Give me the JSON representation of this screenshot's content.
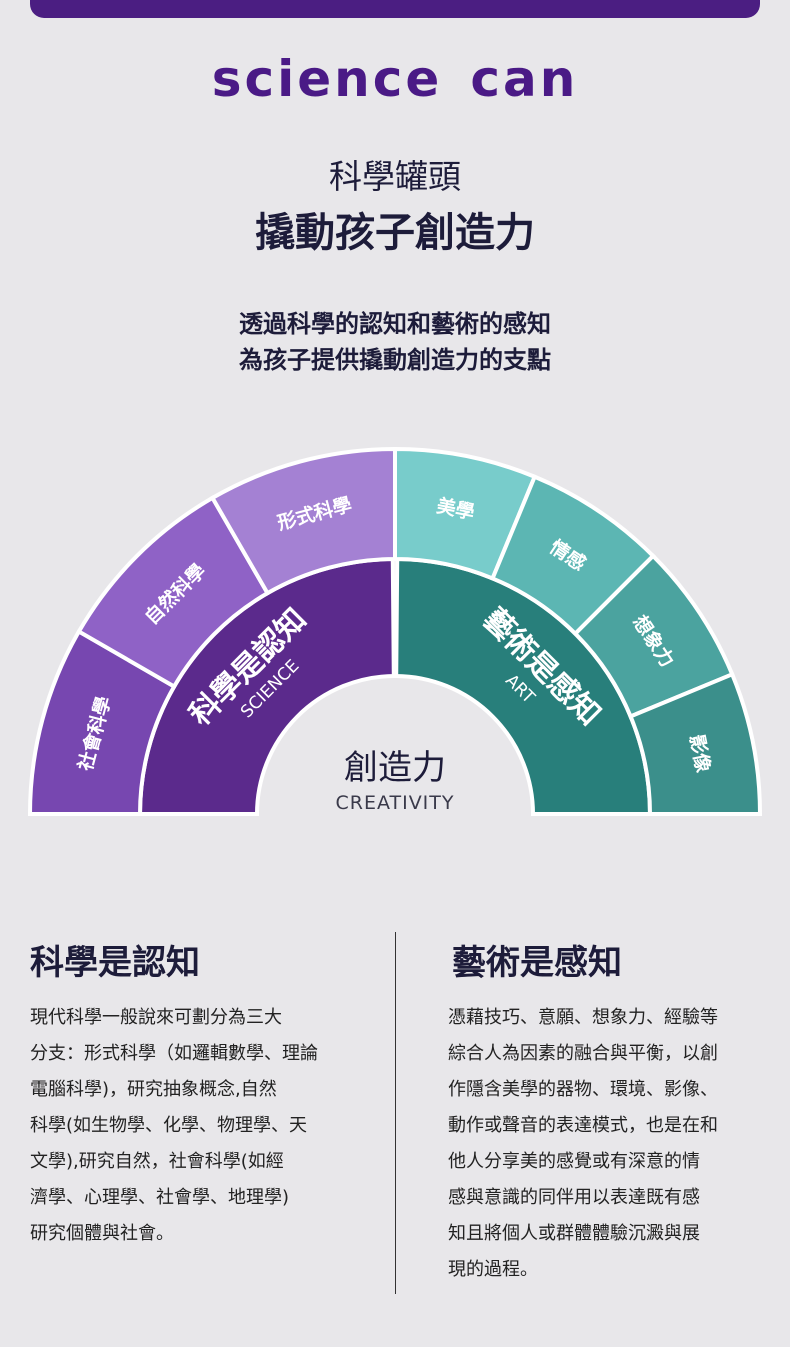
{
  "brand": {
    "word1": "science",
    "word2": "can"
  },
  "header": {
    "title_line1": "科學罐頭",
    "title_line2": "撬動孩子創造力",
    "intro_line1": "透過科學的認知和藝術的感知",
    "intro_line2": "為孩子提供撬動創造力的支點"
  },
  "diagram": {
    "center_zh": "創造力",
    "center_en": "CREATIVITY",
    "science_zh": "科學是認知",
    "science_en": "SCIENCE",
    "art_zh": "藝術是感知",
    "art_en": "ART",
    "science_branches": [
      "社會科學",
      "自然科學",
      "形式科學"
    ],
    "art_branches": [
      "美學",
      "情感",
      "想象力",
      "影像"
    ],
    "colors": {
      "science_inner": "#5b2a8c",
      "science_outer": [
        "#7747b0",
        "#8f62c6",
        "#a481d3"
      ],
      "art_inner": "#287f7b",
      "art_outer": [
        "#78cccb",
        "#5cb6b3",
        "#4ba39f",
        "#3b8f8b"
      ]
    }
  },
  "left": {
    "title": "科學是認知",
    "body": " 現代科學一般說來可劃分為三大\n分支：形式科學（如邏輯數學、理論\n電腦科學)，研究抽象概念,自然\n科學(如生物學、化學、物理學、天\n文學),研究自然，社會科學(如經\n濟學、心理學、社會學、地理學)\n研究個體與社會。"
  },
  "right": {
    "title": "藝術是感知",
    "body": "憑藉技巧、意願、想象力、經驗等\n綜合人為因素的融合與平衡，以創\n作隱含美學的器物、環境、影像、\n動作或聲音的表達模式，也是在和\n他人分享美的感覺或有深意的情\n感與意識的同伴用以表達既有感\n知且將個人或群體體驗沉澱與展\n現的過程。"
  }
}
